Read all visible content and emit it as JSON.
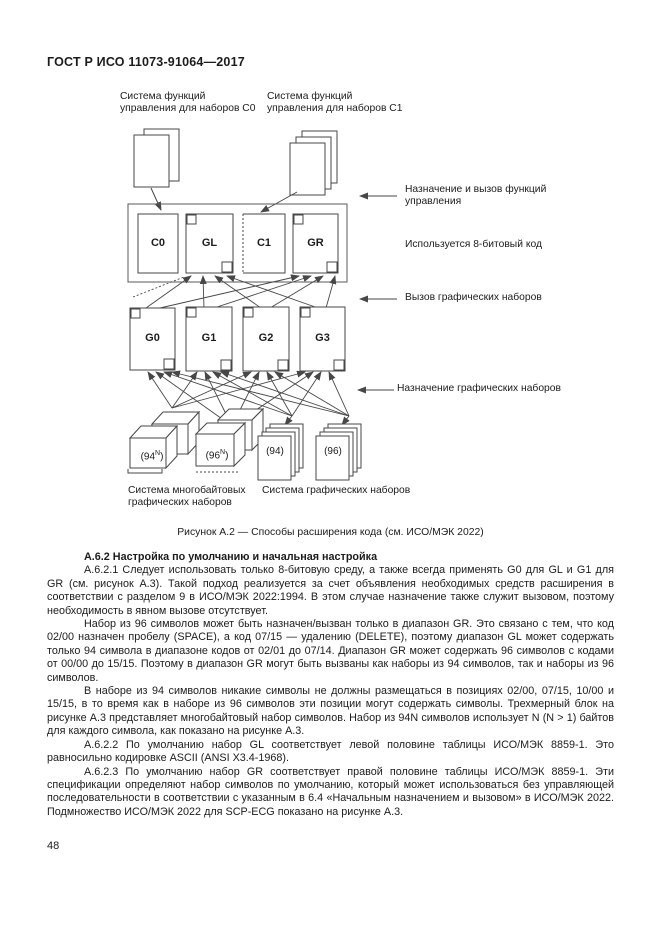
{
  "page": {
    "header": "ГОСТ Р ИСО 11073-91064—2017",
    "number": "48"
  },
  "figure": {
    "top_labels": {
      "c0": "Система функций управления для наборов C0",
      "c1": "Система функций управления для наборов C1"
    },
    "code_boxes": [
      "C0",
      "GL",
      "C1",
      "GR"
    ],
    "g_boxes": [
      "G0",
      "G1",
      "G2",
      "G3"
    ],
    "side_labels": {
      "assign_invoke_control": "Назначение и вызов функций управления",
      "eight_bit": "Используется 8-битовый код",
      "invoke_graphic": "Вызов графических наборов",
      "assign_graphic": "Назначение графических наборов"
    },
    "multibyte_sets": [
      {
        "base": "(94",
        "sup": "N",
        "close": ")"
      },
      {
        "base": "(96",
        "sup": "N",
        "close": ")"
      }
    ],
    "simple_sets": [
      "(94)",
      "(96)"
    ],
    "bottom_labels": {
      "multibyte": "Система многобайтовых графических наборов",
      "graphic": "Система графических наборов"
    },
    "caption": "Рисунок А.2 — Способы расширения кода (см. ИСО/МЭК 2022)"
  },
  "content": {
    "heading": "А.6.2 Настройка по умолчанию и начальная настройка",
    "paragraphs": [
      "А.6.2.1 Следует использовать только 8-битовую среду, а также всегда применять G0 для GL и G1 для GR (см. рисунок А.3). Такой подход реализуется за счет объявления необходимых средств расширения в соответствии с разделом 9 в ИСО/МЭК 2022:1994. В этом случае назначение также служит вызовом, поэтому необходимость в явном вызове отсутствует.",
      "Набор из 96 символов может быть назначен/вызван только в диапазон GR. Это связано с тем, что код 02/00 назначен пробелу (SPACE), а код 07/15 — удалению (DELETE), поэтому диапазон GL может содержать только 94 символа в диапазоне кодов от 02/01 до 07/14. Диапазон GR может содержать 96 символов с кодами от 00/00 до 15/15. Поэтому в диапазон GR могут быть вызваны как наборы из 94 символов, так и наборы из 96 символов.",
      "В наборе из 94 символов никакие символы не должны размещаться в позициях 02/00, 07/15, 10/00 и 15/15, в то время как в наборе из 96 символов эти позиции могут содержать символы. Трехмерный блок на рисунке А.3 представляет многобайтовый набор символов. Набор из 94N символов использует N (N > 1) байтов для каждого символа, как показано на рисунке А.3.",
      "А.6.2.2 По умолчанию набор GL соответствует левой половине таблицы ИСО/МЭК 8859-1. Это равносильно кодировке ASCII (ANSI X3.4-1968).",
      "А.6.2.3 По умолчанию набор GR соответствует правой половине таблицы ИСО/МЭК 8859-1. Эти спецификации определяют набор символов по умолчанию, который может использоваться без управляющей последовательности в соответствии с указанным в 6.4 «Начальным назначением и вызовом» в ИСО/МЭК 2022. Подмножество ИСО/МЭК 2022 для SCP-ECG показано на рисунке А.3."
    ]
  }
}
